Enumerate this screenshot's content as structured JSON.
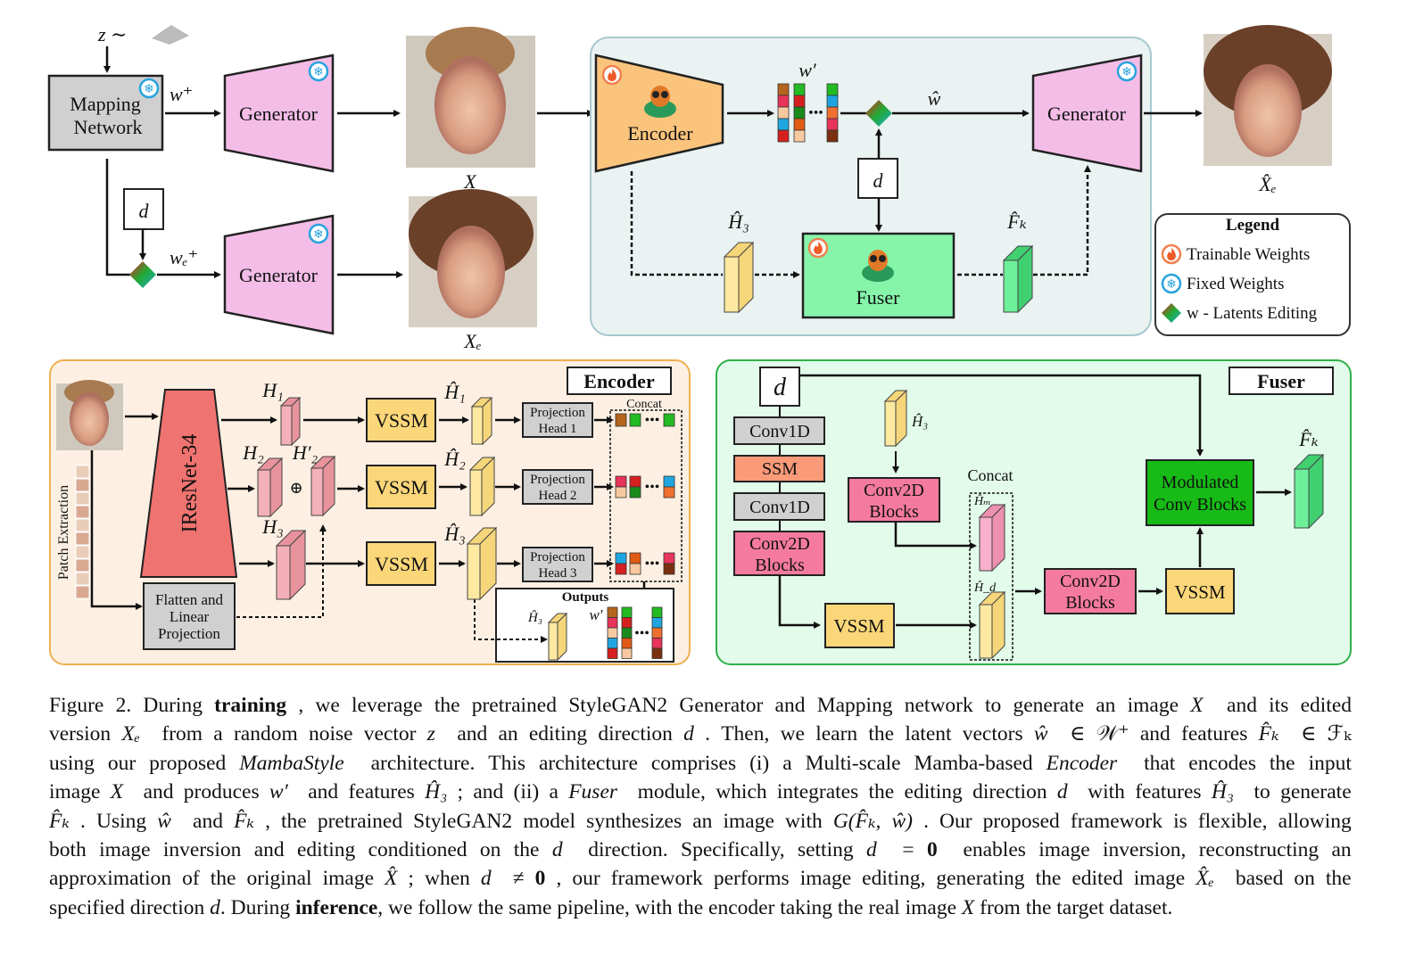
{
  "top": {
    "noise_label": "z ∼",
    "mapping_network": [
      "Mapping",
      "Network"
    ],
    "w_plus": "w⁺",
    "w_e_plus": "wₑ⁺",
    "d": "d",
    "generator": "Generator",
    "image_x": "X",
    "image_xe": "Xₑ",
    "image_xhat_e": "X̂ₑ",
    "encoder": "Encoder",
    "fuser": "Fuser",
    "w_prime": "w′",
    "w_hat": "ŵ",
    "h3_hat": "Ĥ₃",
    "fk_hat": "F̂ₖ"
  },
  "legend": {
    "title": "Legend",
    "items": [
      {
        "icon": "flame-icon",
        "label": "Trainable Weights"
      },
      {
        "icon": "snowflake-icon",
        "label": "Fixed Weights"
      },
      {
        "icon": "latent-editing-diamond-icon",
        "label": "w - Latents Editing"
      }
    ]
  },
  "encoder_panel": {
    "title": "Encoder",
    "backbone": "IResNet-34",
    "patch_extraction": "Patch Extraction",
    "flatten": [
      "Flatten and",
      "Linear",
      "Projection"
    ],
    "h_labels": [
      "H₁",
      "H₂",
      "H′₂",
      "H₃"
    ],
    "h_hat_labels": [
      "Ĥ₁",
      "Ĥ₂",
      "Ĥ₃"
    ],
    "vssm": "VSSM",
    "heads": [
      [
        "Projection",
        "Head 1"
      ],
      [
        "Projection",
        "Head 2"
      ],
      [
        "Projection",
        "Head 3"
      ]
    ],
    "plus": "⊕",
    "concat": "Concat",
    "outputs": "Outputs",
    "out_h3": "Ĥ₃",
    "out_w": "w′"
  },
  "fuser_panel": {
    "title": "Fuser",
    "d": "d",
    "conv1d": "Conv1D",
    "ssm": "SSM",
    "conv2d": [
      "Conv2D",
      "Blocks"
    ],
    "vssm": "VSSM",
    "h3_hat": "Ĥ₃",
    "concat": "Concat",
    "hm": "Ĥₘ",
    "hd": "Ĥ_d",
    "modulated": [
      "Modulated",
      "Conv Blocks"
    ],
    "fk_hat": "F̂ₖ"
  },
  "colors": {
    "generator": "#f4bde8",
    "encoder": "#fbc47c",
    "fuser": "#86f5aa",
    "mapping": "#d0d0d0",
    "vssm": "#fcd77a",
    "conv2d": "#f57aa0",
    "ssm": "#f99a78",
    "modulated": "#16bb16",
    "backbone": "#ef7370",
    "panel_main": "#eaf2f2",
    "panel_encoder": "#fdf0e3",
    "panel_fuser": "#e2fbea"
  },
  "caption": [
    [
      [
        "Figure 2. During ",
        "n"
      ],
      [
        "training",
        "b"
      ],
      [
        ", we leverage the pretrained StyleGAN2 Generator and Mapping network to generate an image ",
        "n"
      ],
      [
        "X",
        "i"
      ],
      [
        " and its edited",
        "n"
      ]
    ],
    [
      [
        "version ",
        "n"
      ],
      [
        "Xₑ",
        "i"
      ],
      [
        " from a random noise vector ",
        "n"
      ],
      [
        "z",
        "i"
      ],
      [
        " and an editing direction ",
        "n"
      ],
      [
        "d",
        "i"
      ],
      [
        ". Then, we learn the latent vectors ",
        "n"
      ],
      [
        "ŵ",
        "i"
      ],
      [
        " ∈ 𝒲⁺ and features ",
        "n"
      ],
      [
        "F̂ₖ",
        "i"
      ],
      [
        " ∈ ℱₖ",
        "n"
      ]
    ],
    [
      [
        "using our proposed ",
        "n"
      ],
      [
        "MambaStyle",
        "i"
      ],
      [
        " architecture. This architecture comprises (i) a Multi-scale Mamba-based ",
        "n"
      ],
      [
        "Encoder",
        "i"
      ],
      [
        " that encodes the input",
        "n"
      ]
    ],
    [
      [
        "image ",
        "n"
      ],
      [
        "X",
        "i"
      ],
      [
        " and produces ",
        "n"
      ],
      [
        "w′",
        "i"
      ],
      [
        " and features ",
        "n"
      ],
      [
        "Ĥ₃",
        "i"
      ],
      [
        "; and (ii) a ",
        "n"
      ],
      [
        "Fuser",
        "i"
      ],
      [
        " module, which integrates the editing direction ",
        "n"
      ],
      [
        "d",
        "i"
      ],
      [
        " with features ",
        "n"
      ],
      [
        "Ĥ₃",
        "i"
      ],
      [
        " to generate",
        "n"
      ]
    ],
    [
      [
        "F̂ₖ",
        "i"
      ],
      [
        ". Using ",
        "n"
      ],
      [
        "ŵ",
        "i"
      ],
      [
        " and ",
        "n"
      ],
      [
        "F̂ₖ",
        "i"
      ],
      [
        ", the pretrained StyleGAN2 model synthesizes an image with ",
        "n"
      ],
      [
        "G(F̂ₖ, ŵ)",
        "i"
      ],
      [
        ". Our proposed framework is flexible, allowing",
        "n"
      ]
    ],
    [
      [
        "both image inversion and editing conditioned on the ",
        "n"
      ],
      [
        "d",
        "i"
      ],
      [
        " direction. Specifically, setting ",
        "n"
      ],
      [
        "d",
        "i"
      ],
      [
        " = ",
        "n"
      ],
      [
        "0",
        "b"
      ],
      [
        " enables image inversion, reconstructing an",
        "n"
      ]
    ],
    [
      [
        "approximation of the original image ",
        "n"
      ],
      [
        "X̂",
        "i"
      ],
      [
        "; when ",
        "n"
      ],
      [
        "d",
        "i"
      ],
      [
        " ≠ ",
        "n"
      ],
      [
        "0",
        "b"
      ],
      [
        ", our framework performs image editing, generating the edited image ",
        "n"
      ],
      [
        "X̂ₑ",
        "i"
      ],
      [
        " based on the",
        "n"
      ]
    ],
    [
      [
        "specified direction ",
        "n"
      ],
      [
        "d",
        "i"
      ],
      [
        ". During ",
        "n"
      ],
      [
        "inference",
        "b"
      ],
      [
        ", we follow the same pipeline, with the encoder taking the real image ",
        "n"
      ],
      [
        "X",
        "i"
      ],
      [
        " from the target dataset.",
        "n"
      ]
    ]
  ]
}
